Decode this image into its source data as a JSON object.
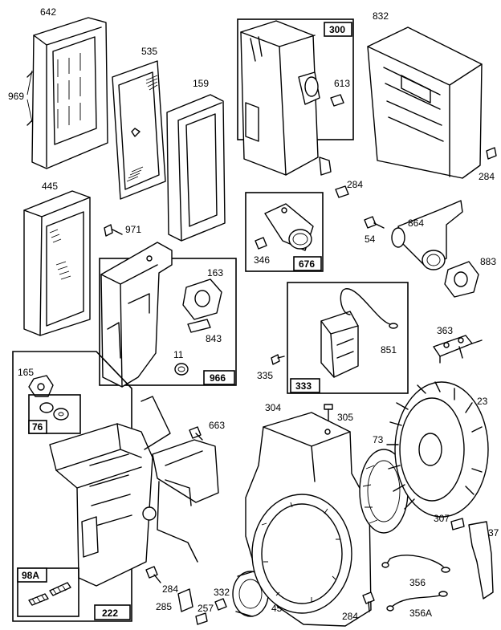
{
  "parts": {
    "p642": "642",
    "p969": "969",
    "p535": "535",
    "p159": "159",
    "p300": "300",
    "p613": "613",
    "p832": "832",
    "p284a": "284",
    "p284b": "284",
    "p445": "445",
    "p971": "971",
    "p346": "346",
    "p676": "676",
    "p54": "54",
    "p864": "864",
    "p883": "883",
    "p163": "163",
    "p843": "843",
    "p11": "11",
    "p966": "966",
    "p851": "851",
    "p335": "335",
    "p333": "333",
    "p363": "363",
    "p165": "165",
    "p76": "76",
    "p663": "663",
    "p304": "304",
    "p305": "305",
    "p23": "23",
    "p73": "73",
    "p307": "307",
    "p37": "37",
    "p98a": "98A",
    "p284c": "284",
    "p222": "222",
    "p285": "285",
    "p257": "257",
    "p332": "332",
    "p455": "455",
    "p356": "356",
    "p284d": "284",
    "p356a": "356A"
  }
}
